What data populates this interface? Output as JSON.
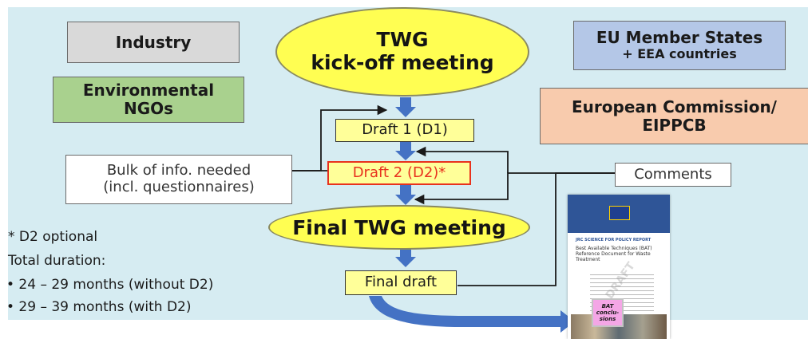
{
  "boxes": {
    "industry": "Industry",
    "ngos": "Environmental\nNGOs",
    "member_states_title": "EU Member States",
    "member_states_sub": "+ EEA countries",
    "commission": "European Commission/\nEIPPCB",
    "bulk_info": "Bulk of info. needed\n(incl. questionnaires)",
    "comments": "Comments"
  },
  "ellipses": {
    "kickoff": "TWG\nkick-off meeting",
    "final_meeting": "Final TWG meeting"
  },
  "steps": {
    "draft1": "Draft 1 (D1)",
    "draft2": "Draft 2 (D2)*",
    "final_draft": "Final draft"
  },
  "notes": {
    "d2_optional": "* D2 optional",
    "total_duration": "Total duration:",
    "bullet1": "• 24 – 29 months (without D2)",
    "bullet2": "• 29 – 39 months (with D2)"
  },
  "document": {
    "series": "JRC SCIENCE FOR POLICY REPORT",
    "title": "Best Available Techniques (BAT) Reference Document for Waste Treatment",
    "stamp": "BAT conclu-sions",
    "watermark": "DRAFT"
  },
  "colors": {
    "background_panel": "#d6ecf2",
    "industry": "#d9d9d9",
    "ngos": "#a9d18e",
    "member_states": "#b4c7e7",
    "commission": "#f8cbad",
    "ellipse_fill": "#fffe52",
    "step_fill": "#ffff99",
    "draft2_text": "#e8321e",
    "arrow_blue": "#4472c4"
  }
}
